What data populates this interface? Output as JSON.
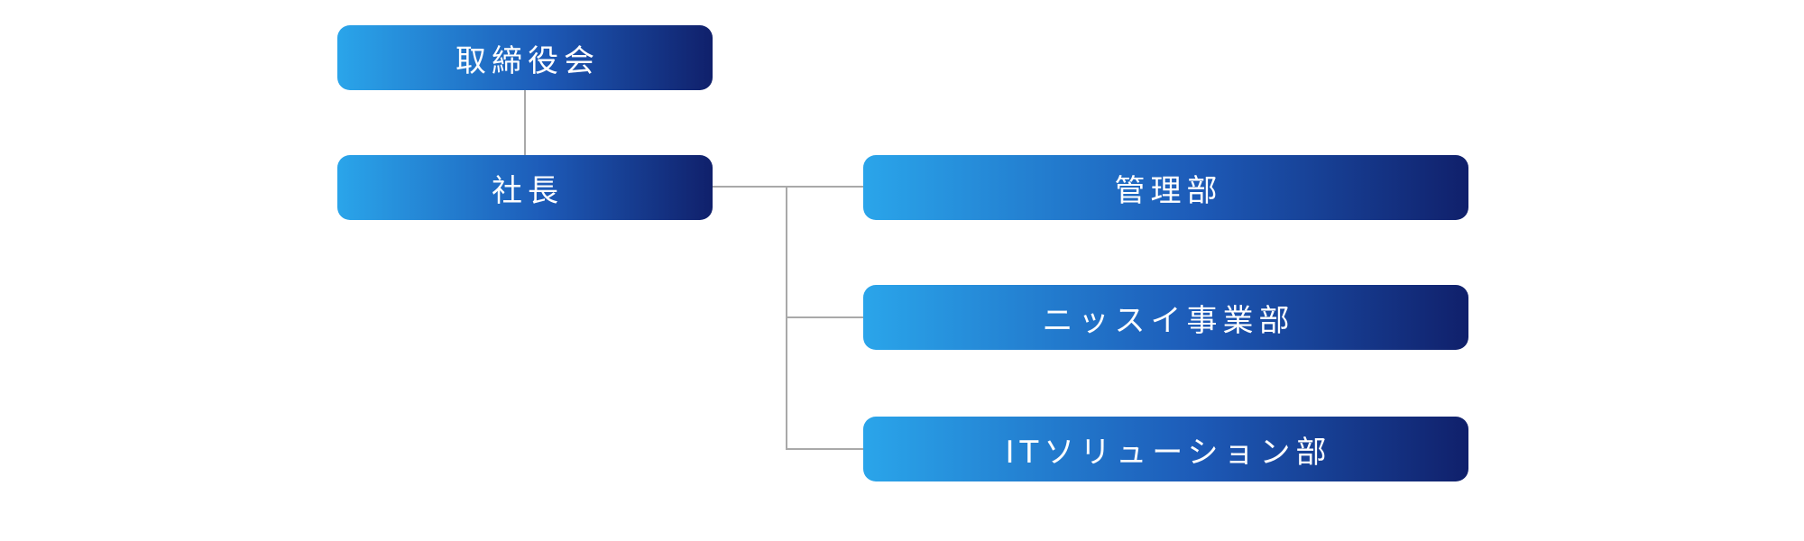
{
  "org_chart": {
    "board": {
      "label": "取締役会"
    },
    "president": {
      "label": "社長"
    },
    "departments": [
      {
        "label": "管理部"
      },
      {
        "label": "ニッスイ事業部"
      },
      {
        "label": "ITソリューション部"
      }
    ]
  },
  "colors": {
    "gradient_start": "#2aa5ea",
    "gradient_mid": "#1d5bb8",
    "gradient_end": "#10206b",
    "connector": "#a9a9a9",
    "label_text": "#ffffff"
  }
}
